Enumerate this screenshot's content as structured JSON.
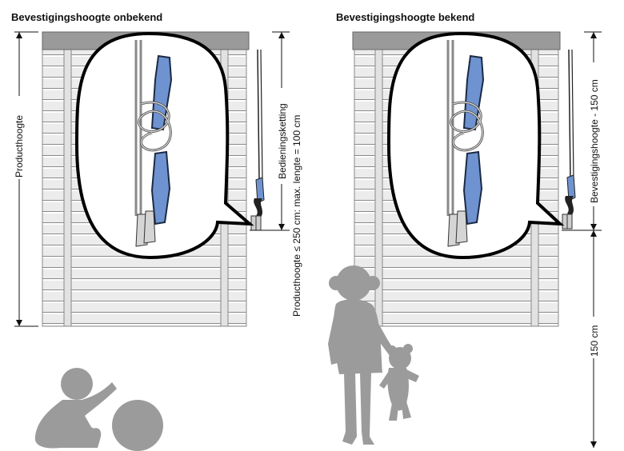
{
  "titles": {
    "left": "Bevestigingshoogte onbekend",
    "right": "Bevestigingshoogte bekend"
  },
  "labels": {
    "product_height": "Producthoogte",
    "chain_line1": "Bedieningsketting",
    "chain_line2": "Producthoogte ≤ 250 cm: max. lengte = 100 cm",
    "mount_height_minus": "Bevestigingshoogte - 150 cm",
    "safe_height": "150 cm"
  },
  "colors": {
    "blind": "#ebebeb",
    "headrail": "#9a9a9a",
    "silhouette": "#9b9b9b",
    "safety_clip": "#6f93d0",
    "outline": "#111111"
  },
  "icons": [
    "baby-silhouette",
    "ball-silhouette",
    "child-silhouette",
    "teddy-bear-silhouette",
    "safety-clip-icon"
  ]
}
